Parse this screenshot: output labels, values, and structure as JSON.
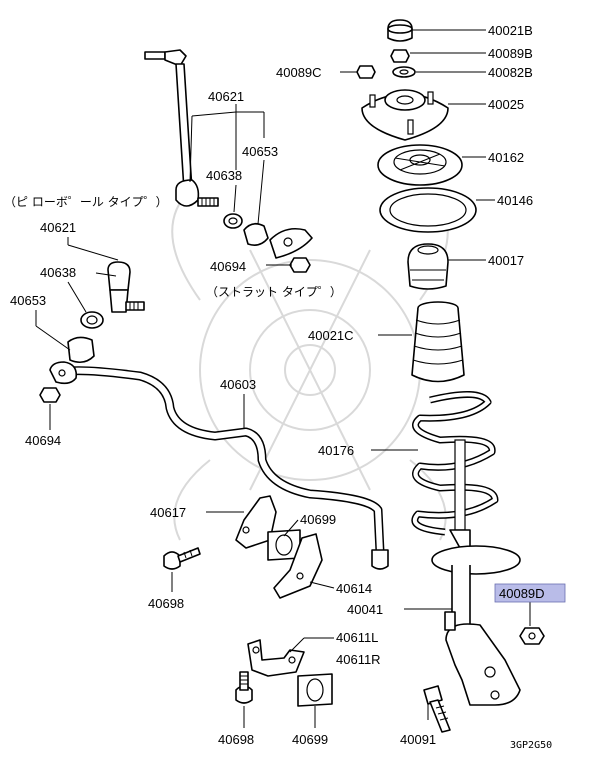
{
  "labels": [
    {
      "id": "40021B",
      "text": "40021B"
    },
    {
      "id": "40089B",
      "text": "40089B"
    },
    {
      "id": "40089C",
      "text": "40089C"
    },
    {
      "id": "40082B",
      "text": "40082B"
    },
    {
      "id": "40025",
      "text": "40025"
    },
    {
      "id": "40162",
      "text": "40162"
    },
    {
      "id": "40146",
      "text": "40146"
    },
    {
      "id": "40017",
      "text": "40017"
    },
    {
      "id": "40021C",
      "text": "40021C"
    },
    {
      "id": "40176",
      "text": "40176"
    },
    {
      "id": "40041",
      "text": "40041"
    },
    {
      "id": "40089D",
      "text": "40089D",
      "highlight": true
    },
    {
      "id": "40091",
      "text": "40091"
    },
    {
      "id": "40621a",
      "text": "40621"
    },
    {
      "id": "40653a",
      "text": "40653"
    },
    {
      "id": "40638a",
      "text": "40638"
    },
    {
      "id": "40694a",
      "text": "40694"
    },
    {
      "id": "40621b",
      "text": "40621"
    },
    {
      "id": "40638b",
      "text": "40638"
    },
    {
      "id": "40653b",
      "text": "40653"
    },
    {
      "id": "40694b",
      "text": "40694"
    },
    {
      "id": "40603",
      "text": "40603"
    },
    {
      "id": "40617",
      "text": "40617"
    },
    {
      "id": "40699a",
      "text": "40699"
    },
    {
      "id": "40698a",
      "text": "40698"
    },
    {
      "id": "40614",
      "text": "40614"
    },
    {
      "id": "40611L",
      "text": "40611L"
    },
    {
      "id": "40611R",
      "text": "40611R"
    },
    {
      "id": "40698b",
      "text": "40698"
    },
    {
      "id": "40699b",
      "text": "40699"
    }
  ],
  "notes": {
    "pillow_ball_type": "（ピ ローボ゜ール タイプ゜）",
    "strut_type": "（ストラット タイプ゜）"
  },
  "diagram_code": "3GP2G50",
  "colors": {
    "highlight": "#b9bce8",
    "line": "#000000"
  }
}
